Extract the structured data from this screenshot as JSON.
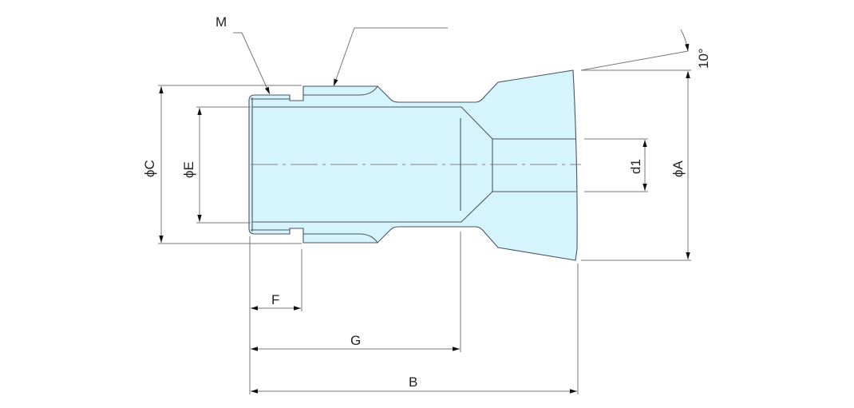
{
  "diagram": {
    "fill_color": "#d6f4fd",
    "labels": {
      "M": "M",
      "C": "ϕC",
      "E": "ϕE",
      "F": "F",
      "G": "G",
      "B": "B",
      "d1": "d1",
      "A": "ϕA",
      "angle": "10°"
    }
  }
}
